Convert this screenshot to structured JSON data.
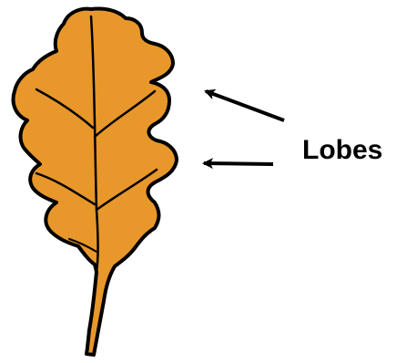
{
  "diagram": {
    "label_text": "Lobes",
    "colors": {
      "leaf_fill": "#E8972A",
      "outline": "#000000",
      "background": "#FFFFFF"
    },
    "shapes": {
      "leaf": "oak-leaf",
      "pointers": "arrow"
    }
  }
}
